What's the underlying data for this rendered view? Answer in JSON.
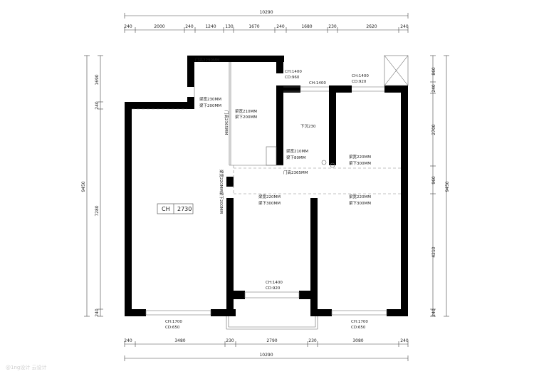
{
  "dimensions": {
    "top_total": "10290",
    "top_segments": [
      "240",
      "2000",
      "240",
      "1240",
      "130",
      "1670",
      "240",
      "1680",
      "230",
      "2620",
      "240"
    ],
    "bottom_total": "10290",
    "bottom_segments": [
      "240",
      "3480",
      "230",
      "2790",
      "230",
      "3080",
      "240"
    ],
    "left_total": "9450",
    "left_segments": [
      "1690",
      "240",
      "7280",
      "240"
    ],
    "right_total": "9450",
    "right_segments": [
      "860",
      "240",
      "2700",
      "960",
      "4210",
      "240"
    ]
  },
  "labels": {
    "door_top": "门高2290MM",
    "beam1_a": "梁宽230MM",
    "beam1_b": "梁下200MM",
    "door_side": "门高2365MM",
    "beam2_a": "梁宽210MM",
    "beam2_b": "梁下200MM",
    "ch_top_a": "CH:1400",
    "ch_top_b": "CD:960",
    "ch_bath": "CH:1400",
    "ch_room_a": "CH:1400",
    "ch_room_b": "CD:920",
    "sunken": "下沉230",
    "beam3_a": "梁宽210MM",
    "beam3_b": "梁下80MM",
    "beam4_a": "梁宽220MM",
    "beam4_b": "梁下300MM",
    "door_mid": "门高2365MM",
    "beam_vert": "梁宽220MM梁下200MM",
    "beam5_a": "梁宽220MM",
    "beam5_b": "梁下300MM",
    "beam6_a": "梁宽220MM",
    "beam6_b": "梁下300MM",
    "ch_label": "CH",
    "ch_value": "2730",
    "ch_mid_a": "CH:1400",
    "ch_mid_b": "CD:920",
    "ch_bl_a": "CH:1700",
    "ch_bl_b": "CD:650",
    "ch_br_a": "CH:1700",
    "ch_br_b": "CD:650",
    "watermark": "@1ng设计 云设计"
  }
}
